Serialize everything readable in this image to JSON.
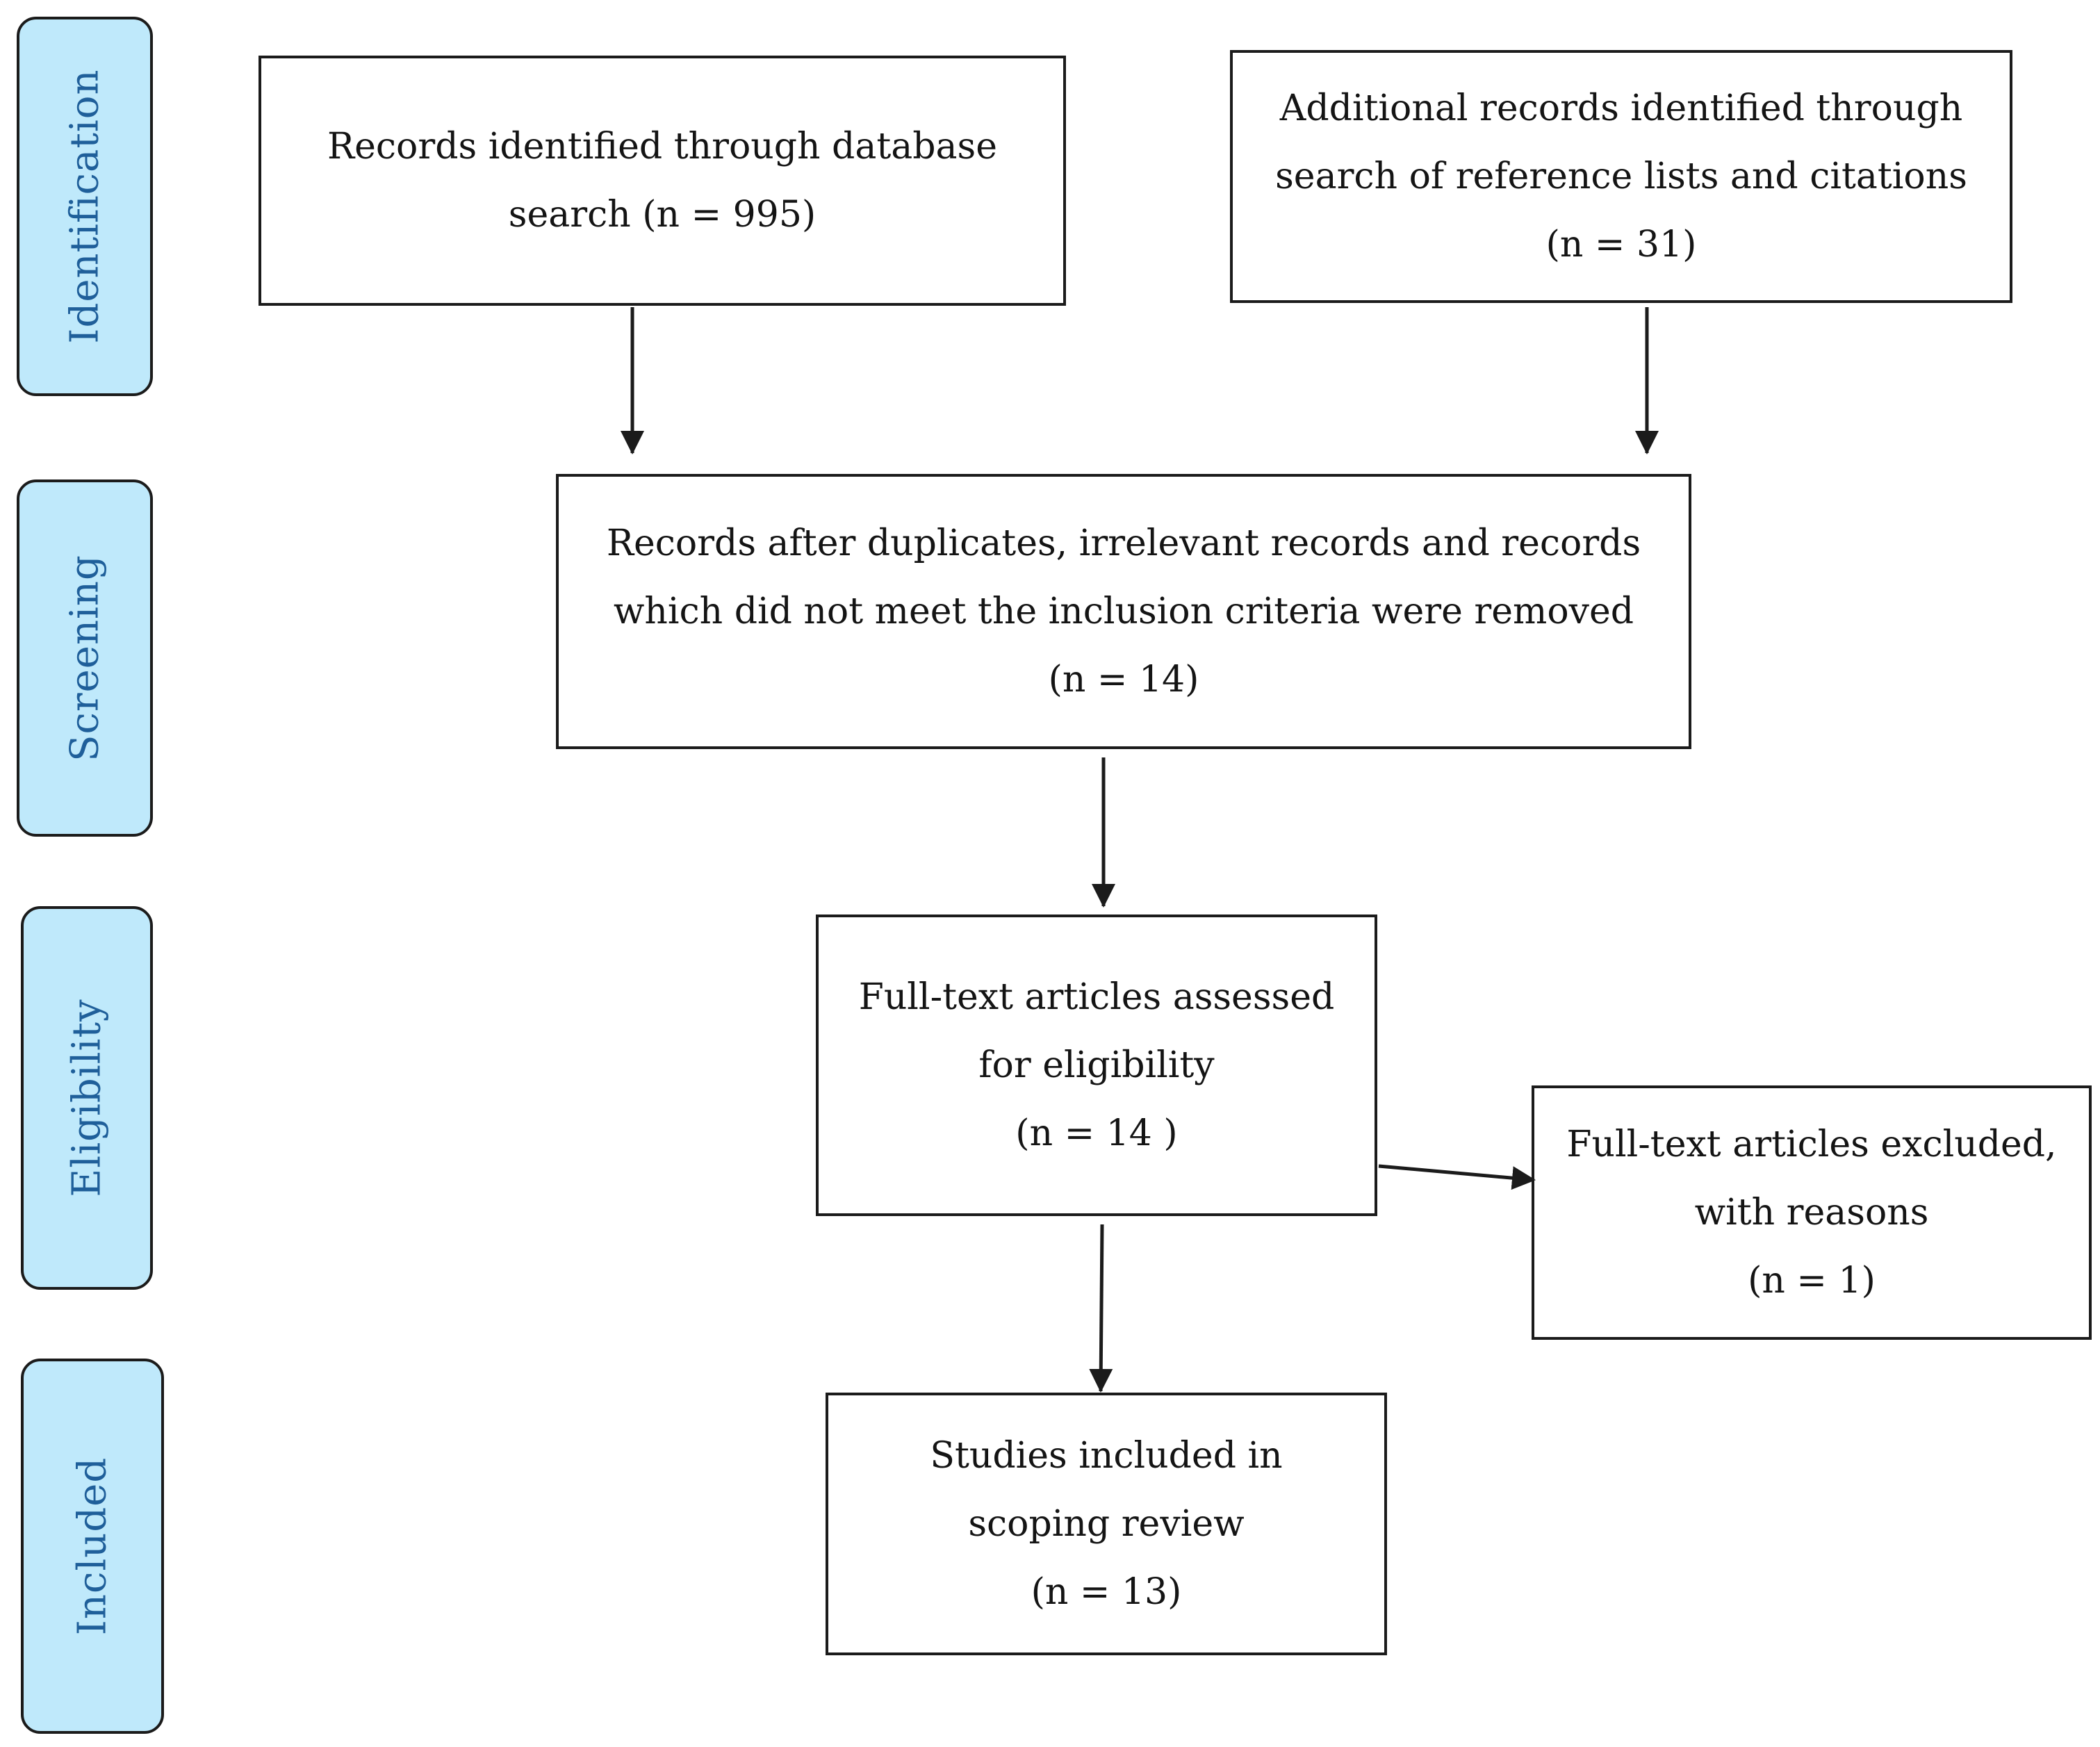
{
  "phases": {
    "identification": "Identification",
    "screening": "Screening",
    "eligibility": "Eligibility",
    "included": "Included"
  },
  "boxes": {
    "database_search": {
      "line1": "Records identified through database",
      "line2": "search (n = 995)"
    },
    "additional_records": {
      "line1": "Additional records identified through",
      "line2": "search of reference lists and citations",
      "line3": "(n = 31)"
    },
    "screened": {
      "line1": "Records after duplicates, irrelevant records and records",
      "line2": "which did not meet the inclusion criteria were removed",
      "line3": "(n = 14)"
    },
    "full_text_assessed": {
      "line1": "Full-text articles assessed",
      "line2": "for eligibility",
      "line3": "(n = 14 )"
    },
    "full_text_excluded": {
      "line1": "Full-text articles excluded,",
      "line2": "with reasons",
      "line3": "(n = 1)"
    },
    "included_studies": {
      "line1": "Studies included in",
      "line2": "scoping review",
      "line3": "(n = 13)"
    }
  },
  "colors": {
    "phase_fill": "#bfe9fb",
    "phase_text": "#1f5f9a",
    "stroke": "#1b1b1b",
    "text": "#141414"
  }
}
